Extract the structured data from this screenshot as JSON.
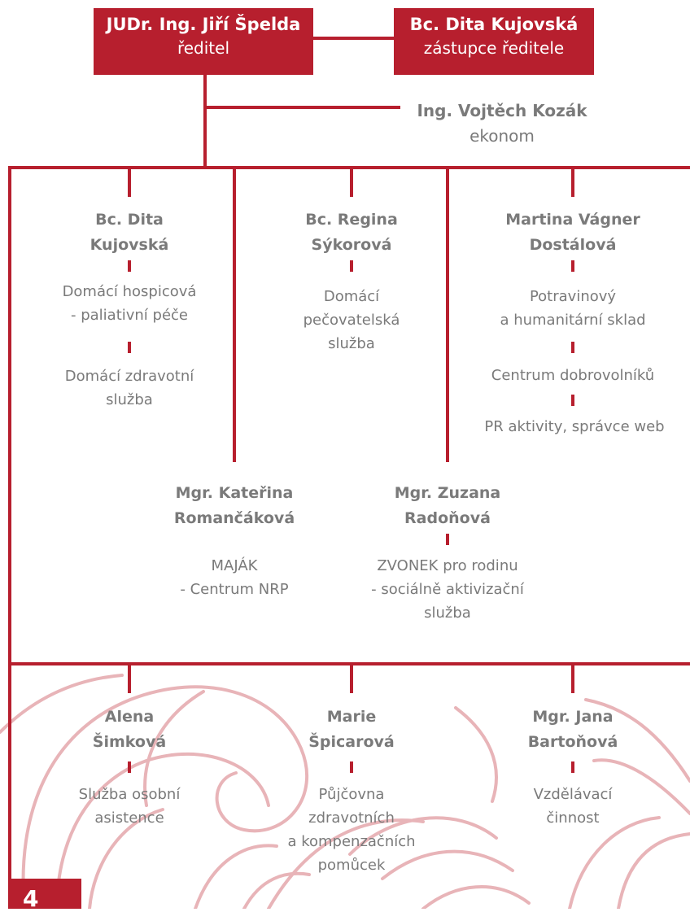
{
  "director": {
    "name": "JUDr. Ing. Jiří Špelda",
    "role": "ředitel"
  },
  "deputy": {
    "name": "Bc. Dita Kujovská",
    "role": "zástupce ředitele"
  },
  "economist": {
    "name": "Ing. Vojtěch Kozák",
    "role": "ekonom"
  },
  "units": {
    "kujovska": {
      "name": [
        "Bc. Dita",
        "Kujovská"
      ],
      "services": [
        [
          "Domácí hospicová",
          "- paliativní péče"
        ],
        [
          "Domácí zdravotní",
          "služba"
        ]
      ]
    },
    "sykorova": {
      "name": [
        "Bc. Regina",
        "Sýkorová"
      ],
      "services": [
        [
          "Domácí",
          "pečovatelská",
          "služba"
        ]
      ]
    },
    "dostalova": {
      "name": [
        "Martina Vágner",
        "Dostálová"
      ],
      "services": [
        [
          "Potravinový",
          "a humanitární sklad"
        ],
        [
          "Centrum dobrovolníků"
        ],
        [
          "PR aktivity, správce web"
        ]
      ]
    },
    "romancakova": {
      "name": [
        "Mgr. Kateřina",
        "Romančáková"
      ],
      "services": [
        [
          "MAJÁK",
          "- Centrum NRP"
        ]
      ]
    },
    "radonova": {
      "name": [
        "Mgr. Zuzana",
        "Radoňová"
      ],
      "services": [
        [
          "ZVONEK pro rodinu",
          "- sociálně aktivizační",
          "služba"
        ]
      ]
    },
    "simkova": {
      "name": [
        "Alena",
        "Šimková"
      ],
      "services": [
        [
          "Služba osobní",
          "asistence"
        ]
      ]
    },
    "spicarova": {
      "name": [
        "Marie",
        "Špicarová"
      ],
      "services": [
        [
          "Půjčovna",
          "zdravotních",
          "a kompenzačních",
          "pomůcek"
        ]
      ]
    },
    "bartonova": {
      "name": [
        "Mgr. Jana",
        "Bartoňová"
      ],
      "services": [
        [
          "Vzdělávací",
          "činnost"
        ]
      ]
    }
  },
  "page_number": "4",
  "colors": {
    "accent": "#b71f2e",
    "text": "#7a7a7a",
    "ornament": "#e8b4b8"
  }
}
